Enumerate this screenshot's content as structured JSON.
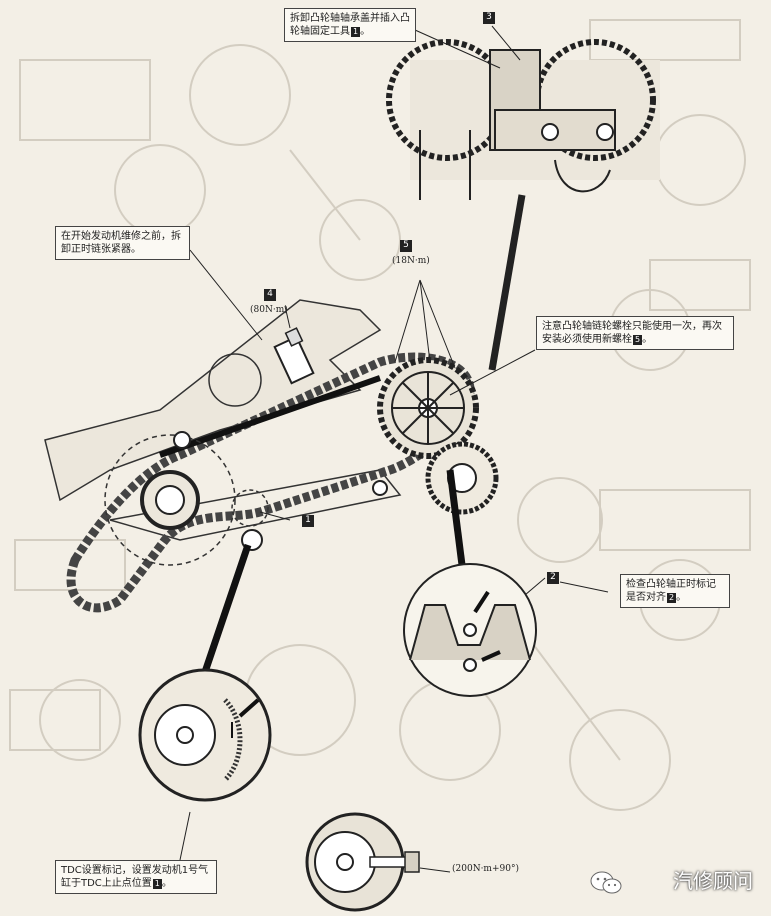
{
  "callouts": {
    "camshaft_tool": {
      "text": "拆卸凸轮轴轴承盖并插入凸轮轴固定工具",
      "tag": "1"
    },
    "tensioner": {
      "text": "在开始发动机维修之前，拆卸正时链张紧器。"
    },
    "bolt_note": {
      "text": "注意凸轮轴链轮螺栓只能使用一次，再次安装必须使用新螺栓",
      "tag": "5"
    },
    "timing_check": {
      "text": "检查凸轮轴正时标记是否对齐",
      "tag": "2"
    },
    "tdc": {
      "text": "TDC设置标记，设置发动机1号气缸于TDC上止点位置",
      "tag": "1"
    }
  },
  "badges": {
    "b1": "1",
    "b2": "2",
    "b3": "3",
    "b4": "4",
    "b5": "5"
  },
  "torques": {
    "tensioner": "(80N·m)",
    "sprocket": "(18N·m)",
    "crank_bolt": "(200N·m+90°)"
  },
  "watermark": {
    "text": "汽修顾问",
    "icon": "wechat-icon"
  },
  "colors": {
    "paper": "#f3efe6",
    "ink": "#2a2a2a",
    "ghost": "#cfc9bd"
  }
}
